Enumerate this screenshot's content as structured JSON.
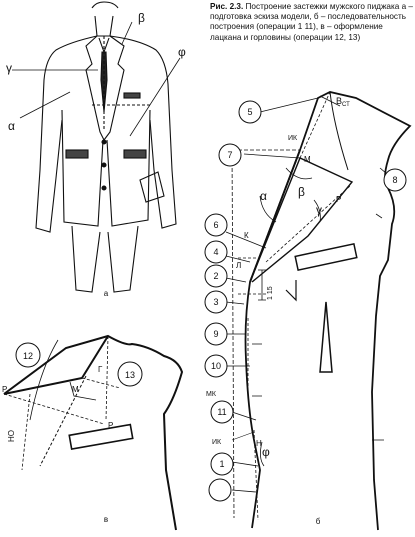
{
  "caption": {
    "fig_label": "Рис. 2.3.",
    "text": " Построение застежки мужского пиджака а – подготовка эскиза модели, б – последовательность построения (операции 1 11), в – оформление лацкана и горловины (операции 12, 13)"
  },
  "sketch": {
    "label": "а",
    "angle_beta": "β",
    "angle_gamma": "γ",
    "angle_phi": "φ",
    "angle_alpha": "α"
  },
  "detail_v": {
    "label": "в",
    "step_12": "12",
    "step_13": "13",
    "point_p_left": "Р",
    "point_m": "М",
    "point_g": "Г",
    "point_p_right": "Р",
    "line_no": "НО"
  },
  "construction_b": {
    "label": "б",
    "steps": [
      "1",
      "2",
      "3",
      "4",
      "5",
      "6",
      "7",
      "8",
      "9",
      "10",
      "11"
    ],
    "point_v": "В",
    "point_v_sub": "СТ",
    "point_ik_top": "ИК",
    "point_m": "М",
    "point_p": "Р",
    "point_k": "К",
    "point_l": "Л",
    "dim_label": "1 15",
    "point_mk": "МК",
    "point_ik_bottom": "ИК",
    "point_n": "Н",
    "angle_beta": "β",
    "angle_gamma": "γ",
    "angle_alpha": "α",
    "angle_phi": "φ"
  }
}
